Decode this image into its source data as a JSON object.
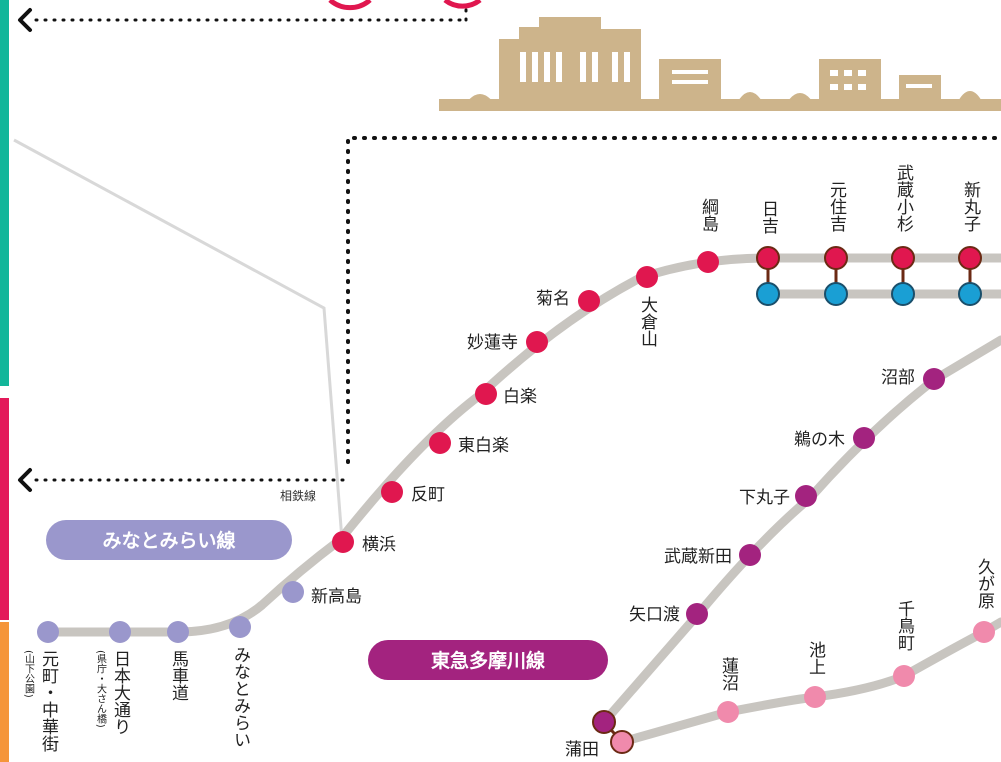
{
  "colors": {
    "toyoko": "#e0174f",
    "meguro": "#1a9fd4",
    "tamagawa": "#a3237f",
    "ikegami": "#f08aac",
    "minatomirai": "#9a97cc",
    "track": "#c8c5c0",
    "sidebar_top": "#12b69a",
    "sidebar_mid": "#e3195a",
    "sidebar_bottom": "#f5953a",
    "skyline": "#cdb48b"
  },
  "lines": {
    "minatomirai": "みなとみらい線",
    "tamagawa": "東急多摩川線",
    "sotetsu": "相鉄線"
  },
  "stations": {
    "motomachi": "元町・中華街",
    "motomachi_sub": "(山下公園)",
    "nihon_odori": "日本大通り",
    "nihon_odori_sub": "(県庁・大さん橋)",
    "bashamichi": "馬車道",
    "minatomirai": "みなとみらい",
    "shintakashima": "新高島",
    "yokohama": "横浜",
    "tammachi": "反町",
    "higashi_hakuraku": "東白楽",
    "hakuraku": "白楽",
    "myorenji": "妙蓮寺",
    "kikuna": "菊名",
    "okurayama": "大倉山",
    "tsunashima": "綱島",
    "hiyoshi": "日吉",
    "motosumiyoshi": "元住吉",
    "musashi_kosugi": "武蔵小杉",
    "shin_maruko": "新丸子",
    "numabe": "沼部",
    "unoki": "鵜の木",
    "shimomaruko": "下丸子",
    "musashi_nitta": "武蔵新田",
    "yaguchinowatashi": "矢口渡",
    "kamata": "蒲田",
    "hasunuma": "蓮沼",
    "ikegami": "池上",
    "chidoricho": "千鳥町",
    "kugahara": "久が原"
  }
}
